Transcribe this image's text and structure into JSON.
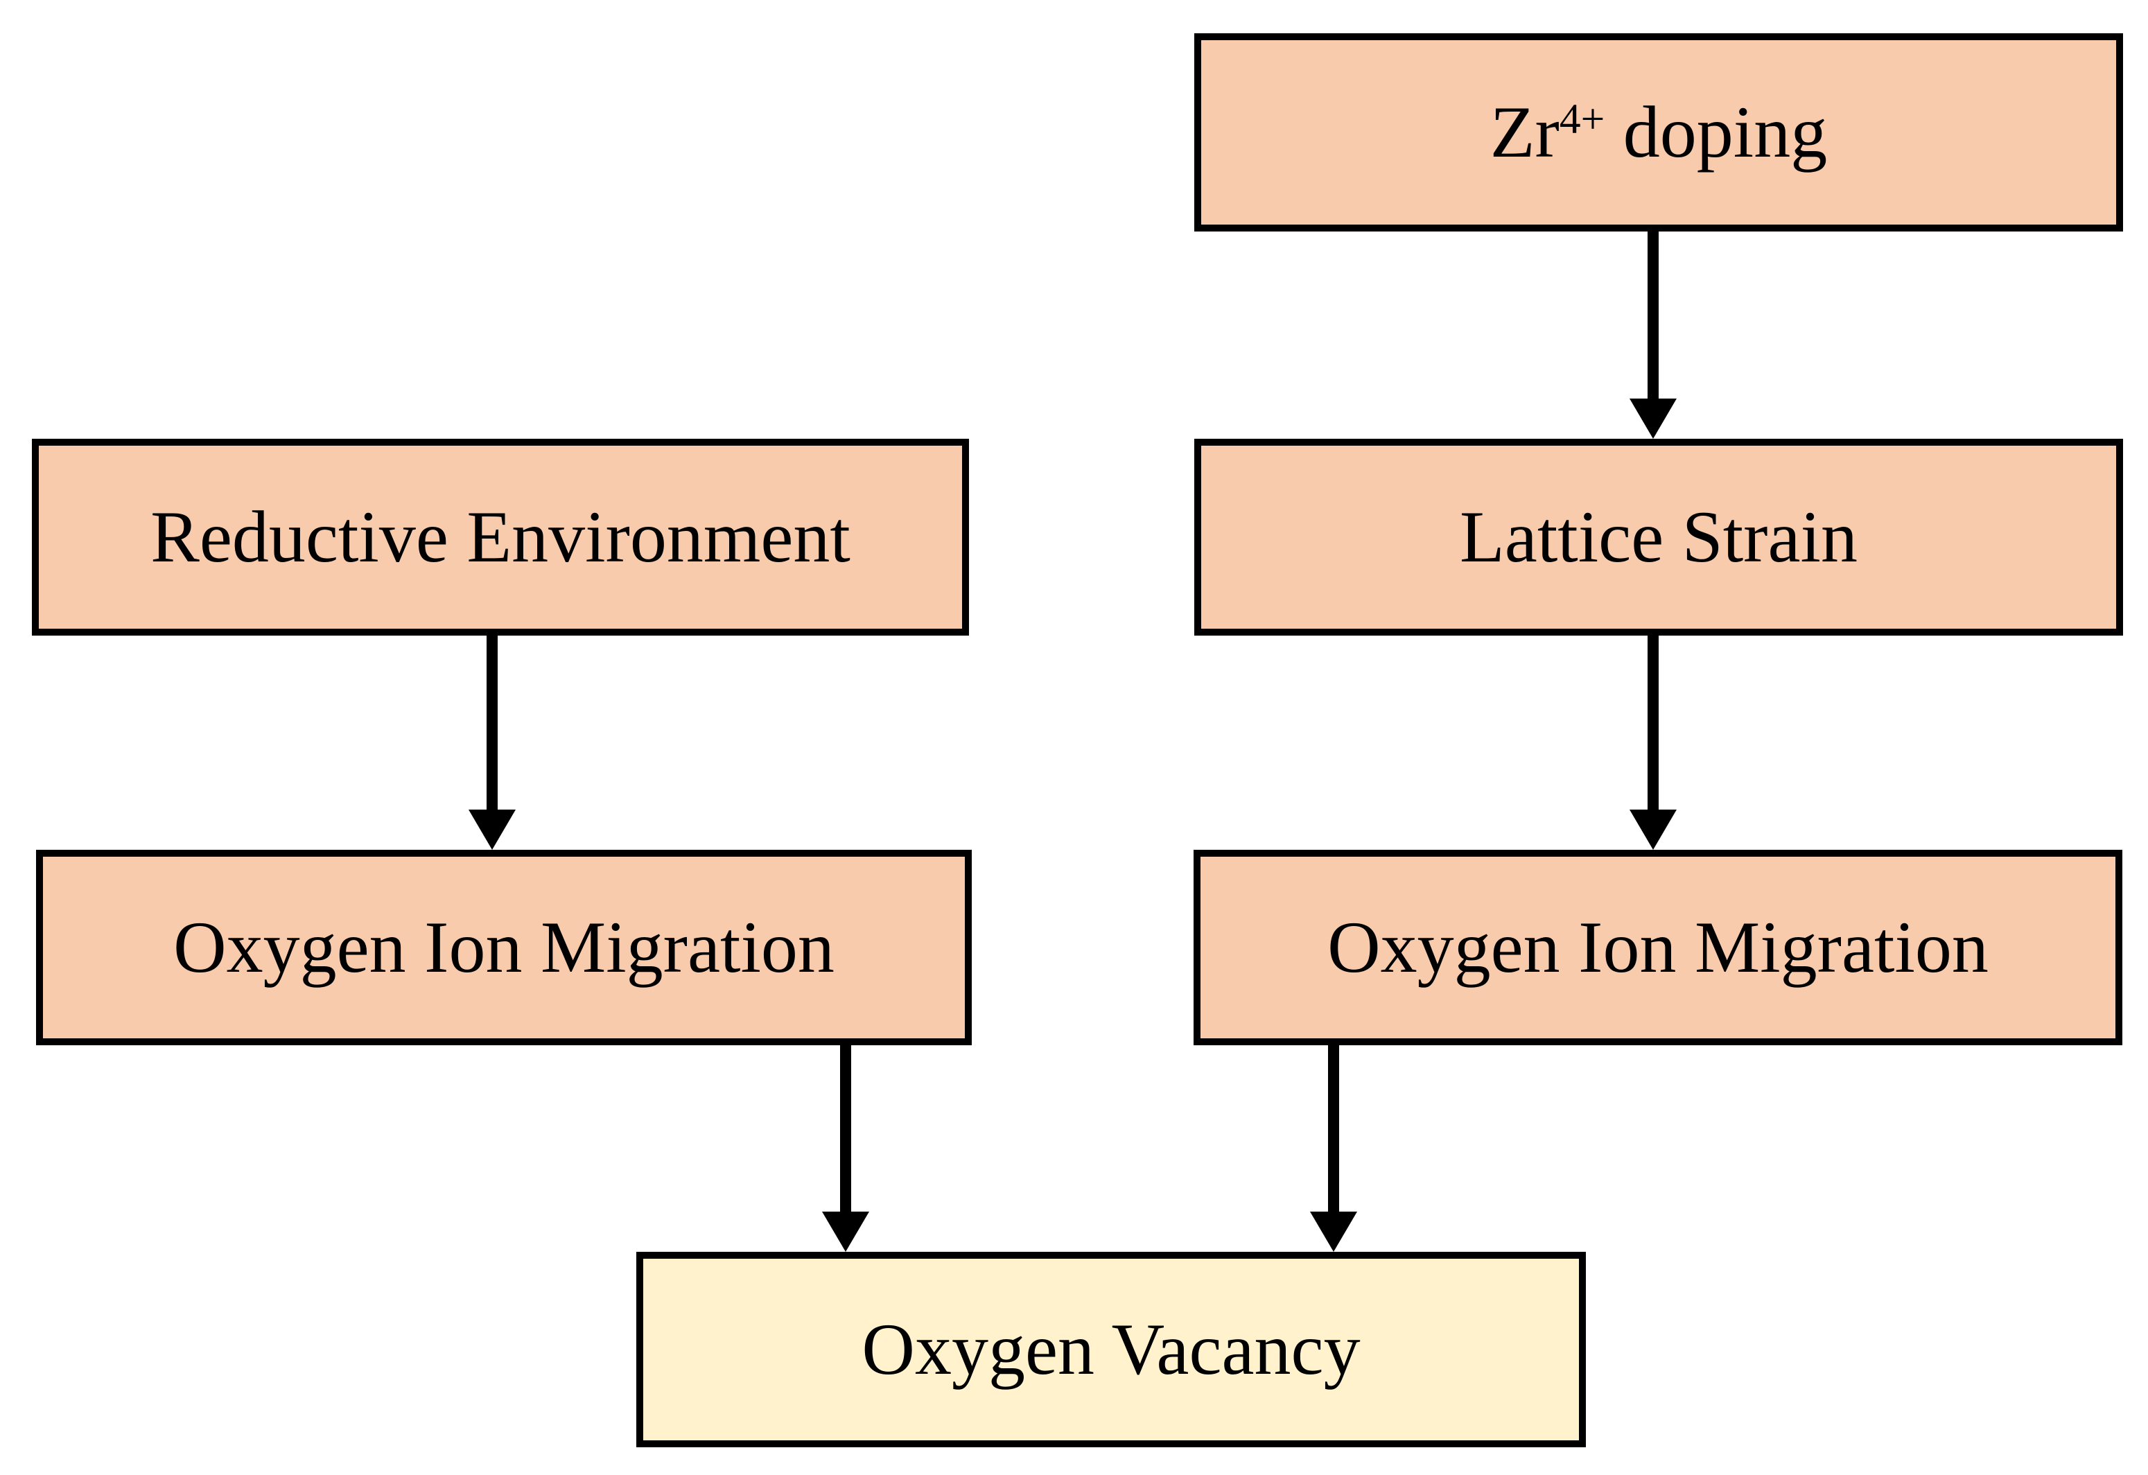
{
  "figure": {
    "type": "flowchart",
    "background": "#FFFFFF"
  },
  "colors": {
    "process_fill": "#F8CBAD",
    "result_fill": "#FFF2CC",
    "border": "#000000",
    "arrow": "#000000",
    "text": "#000000"
  },
  "nodes": {
    "zr_doping": {
      "label_prefix": "Zr",
      "label_superscript": "4+",
      "label_suffix": " doping",
      "fill": "#F8CBAD"
    },
    "reductive_environment": {
      "label": "Reductive Environment",
      "fill": "#F8CBAD"
    },
    "lattice_strain": {
      "label": "Lattice Strain",
      "fill": "#F8CBAD"
    },
    "oxygen_ion_migration_left": {
      "label": "Oxygen Ion Migration",
      "fill": "#F8CBAD"
    },
    "oxygen_ion_migration_right": {
      "label": "Oxygen Ion Migration",
      "fill": "#F8CBAD"
    },
    "oxygen_vacancy": {
      "label": "Oxygen Vacancy",
      "fill": "#FFF2CC"
    }
  },
  "edges": [
    {
      "from": "zr_doping",
      "to": "lattice_strain"
    },
    {
      "from": "reductive_environment",
      "to": "oxygen_ion_migration_left"
    },
    {
      "from": "lattice_strain",
      "to": "oxygen_ion_migration_right"
    },
    {
      "from": "oxygen_ion_migration_left",
      "to": "oxygen_vacancy"
    },
    {
      "from": "oxygen_ion_migration_right",
      "to": "oxygen_vacancy"
    }
  ]
}
